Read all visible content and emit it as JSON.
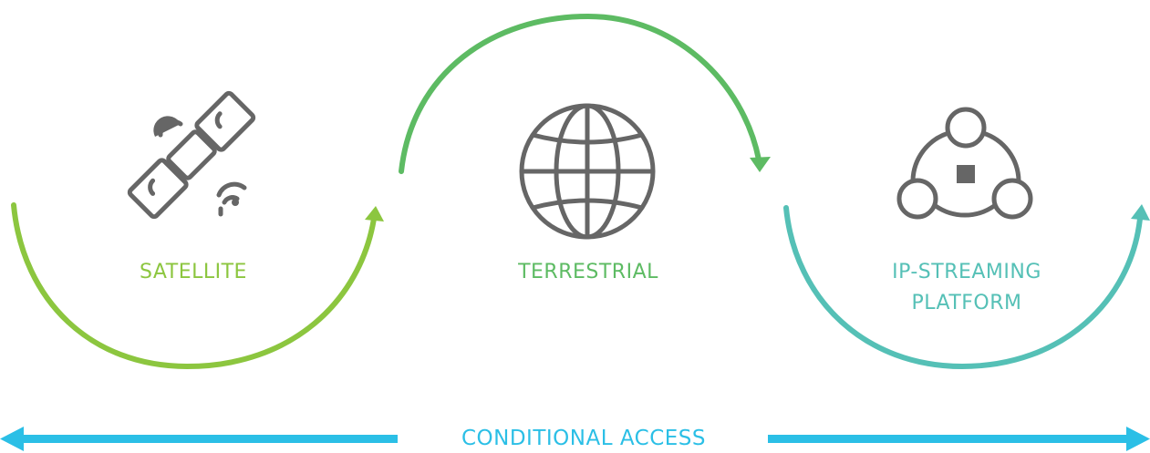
{
  "colors": {
    "satellite": "#8cc63f",
    "terrestrial": "#5dbb63",
    "ip": "#55c0b6",
    "access": "#2bbfe6",
    "icon": "#666666"
  },
  "nodes": [
    {
      "label": "SATELLITE",
      "icon": "satellite-icon"
    },
    {
      "label": "TERRESTRIAL",
      "icon": "globe-icon"
    },
    {
      "label_line1": "IP-STREAMING",
      "label_line2": "PLATFORM",
      "icon": "network-icon"
    }
  ],
  "access_label": "CONDITIONAL ACCESS"
}
